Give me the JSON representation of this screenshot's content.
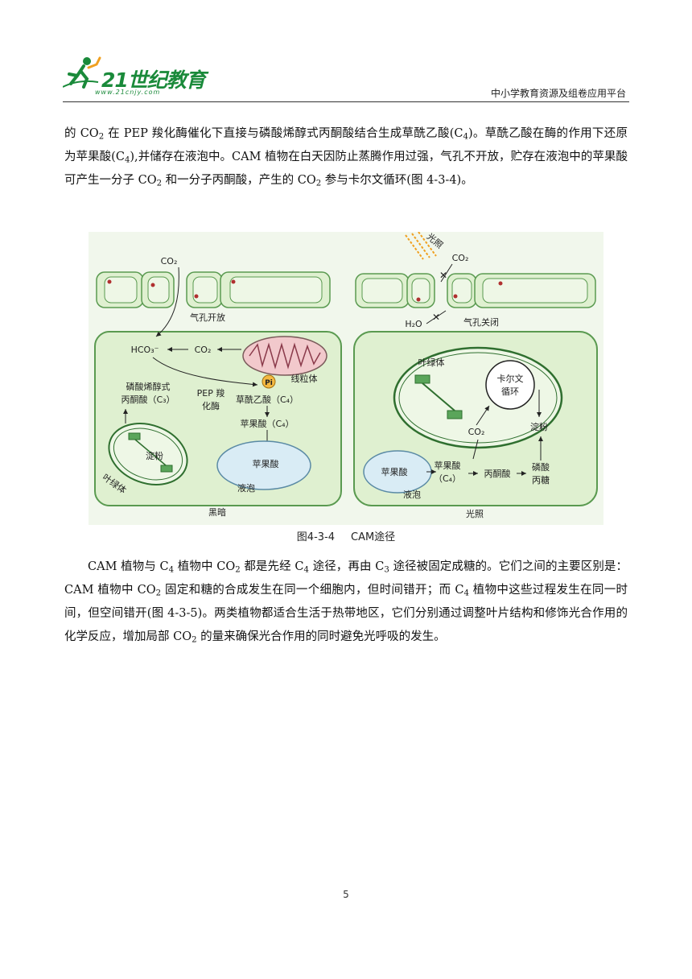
{
  "header": {
    "logo_text": "21世纪教育",
    "logo_url": "www.21cnjy.com",
    "platform": "中小学教育资源及组卷应用平台"
  },
  "para1": {
    "a": "的 CO",
    "b": " 在 PEP 羧化酶催化下直接与磷酸烯醇式丙酮酸结合生成草酰乙酸(C",
    "c": ")。草酰乙酸在酶的作用下还原为苹果酸(C",
    "d": "),并储存在液泡中。CAM 植物在白天因防止蒸腾作用过强，气孔不开放，贮存在液泡中的苹果酸可产生一分子 CO",
    "e": " 和一分子丙酮酸，产生的 CO",
    "f": " 参与卡尔文循环(图 4-3-4)。"
  },
  "figure": {
    "left": {
      "co2_top": "CO₂",
      "stoma": "气孔开放",
      "hco3": "HCO₃⁻",
      "co2_mid": "CO₂",
      "mito": "线粒体",
      "pi": "Pi",
      "pep1": "磷酸烯醇式",
      "pep2": "丙酮酸（C₃）",
      "enz1": "PEP 羧",
      "enz2": "化酶",
      "oaa": "草酰乙酸（C₄）",
      "mal": "苹果酸（C₄）",
      "mal_vac": "苹果酸",
      "vac": "液泡",
      "starch": "淀粉",
      "chloro": "叶绿体",
      "cond": "黑暗"
    },
    "right": {
      "light": "光照",
      "co2_top": "CO₂",
      "h2o": "H₂O",
      "stoma": "气孔关闭",
      "chloro": "叶绿体",
      "calvin1": "卡尔文",
      "calvin2": "循环",
      "co2_mid": "CO₂",
      "starch": "淀粉",
      "mal_vac": "苹果酸",
      "mal1": "苹果酸",
      "mal2": "（C₄）",
      "pyr": "丙酮酸",
      "tp1": "磷酸",
      "tp2": "丙糖",
      "vac": "液泡",
      "cond": "光照"
    },
    "colors": {
      "cell_fill": "#dff0d0",
      "cell_stroke": "#5a9a50",
      "vacuole": "#d9ecf5",
      "mito": "#f2c9cc",
      "pi": "#f4b942"
    }
  },
  "caption": {
    "num": "图4-3-4",
    "title": "CAM途径"
  },
  "para2": {
    "a": "CAM 植物与 C",
    "b": " 植物中 CO",
    "c": " 都是先经 C",
    "d": " 途径，再由 C",
    "e": " 途径被固定成糖的。它们之间的主要区别是：CAM 植物中 CO",
    "f": " 固定和糖的合成发生在同一个细胞内，但时间错开；而 C",
    "g": " 植物中这些过程发生在同一时间，但空间错开(图 4-3-5)。两类植物都适合生活于热带地区，它们分别通过调整叶片结构和修饰光合作用的化学反应，增加局部 CO",
    "h": " 的量来确保光合作用的同时避免光呼吸的发生。"
  },
  "sub": {
    "two": "2",
    "four": "4",
    "three": "3"
  },
  "page_number": "5"
}
